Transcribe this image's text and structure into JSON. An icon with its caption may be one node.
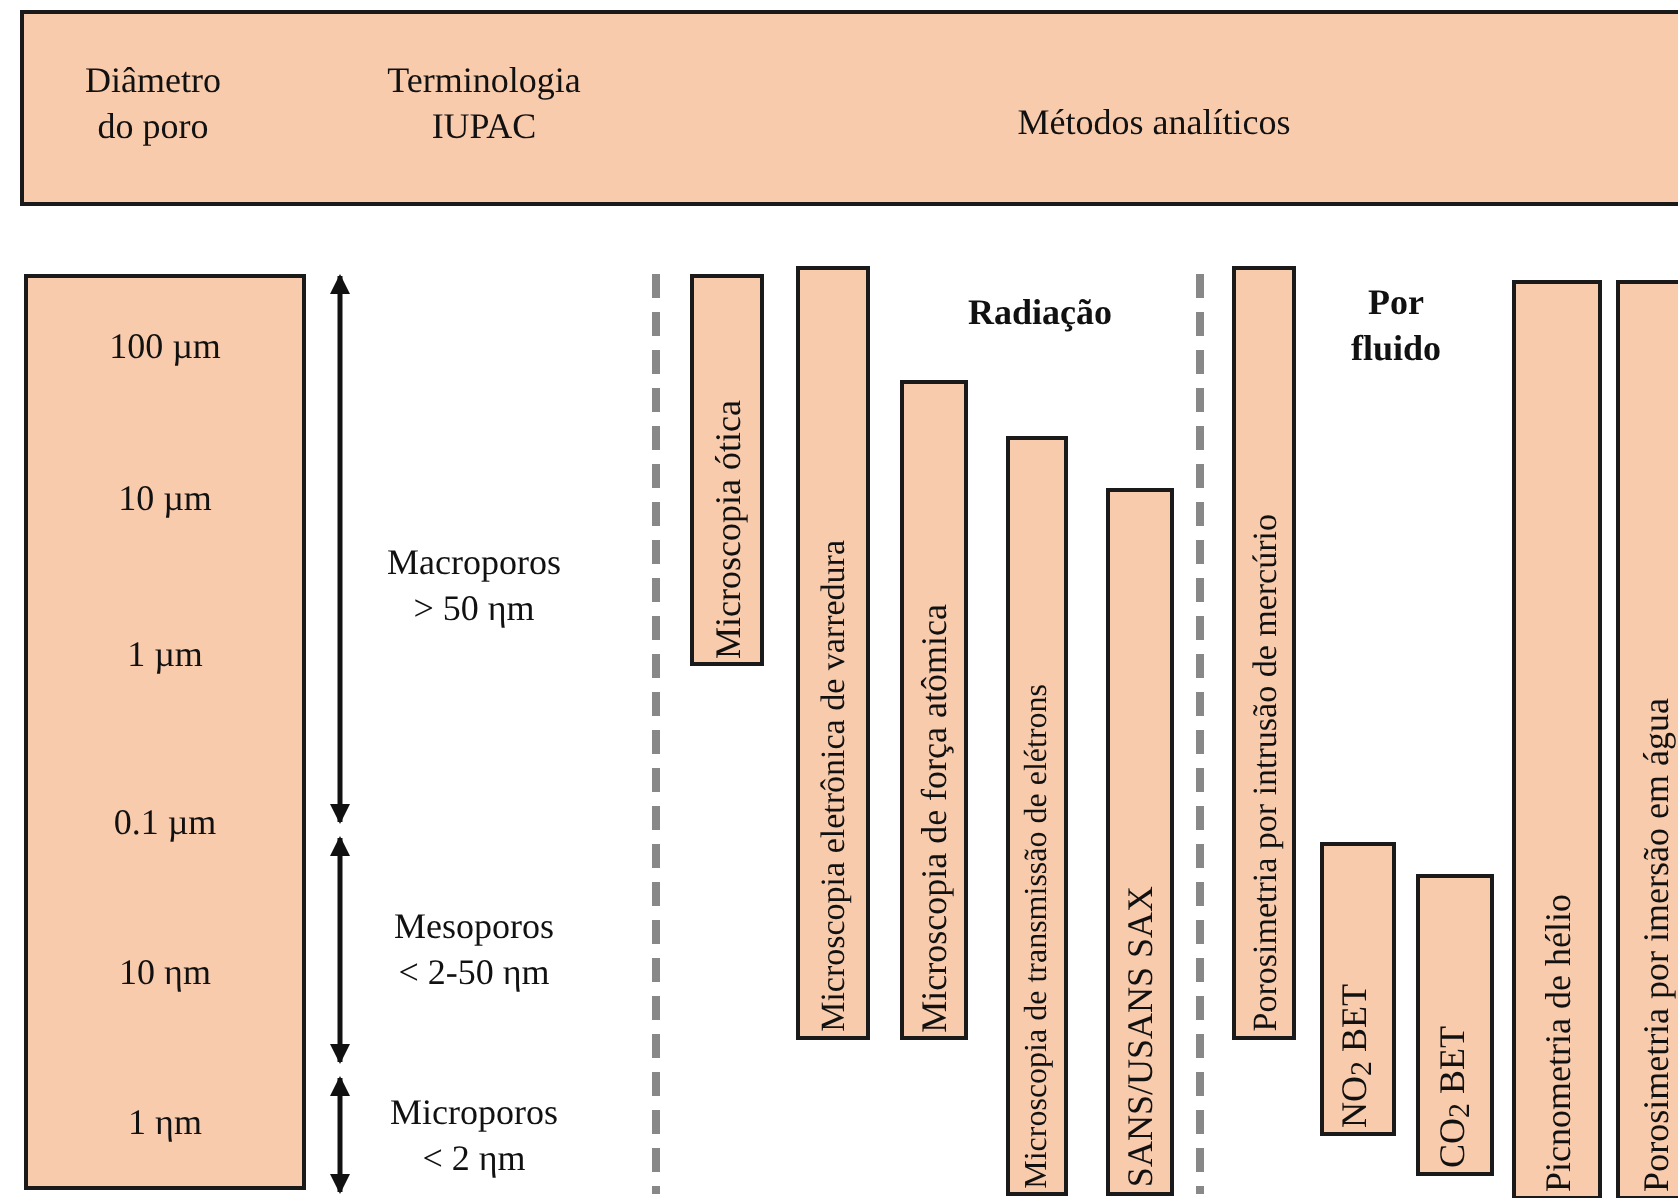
{
  "diagram": {
    "nodes": [
      {
        "text": [
          "Diâmetro do poro",
          "Terminologia IUPAC",
          "Métodos analíticos"
        ]
      },
      {
        "text": [
          "100 µm",
          "10 µm",
          "1 µm",
          "0.1 µm",
          "10 ηm",
          "1 ηm"
        ]
      },
      {
        "text": [
          "Microscopia ótica"
        ]
      },
      {
        "text": [
          "Microscopia eletrônica de varredura"
        ]
      },
      {
        "text": [
          "Microscopia de força atômica"
        ]
      },
      {
        "text": [
          "Microscopia de transmissão de elétrons"
        ]
      },
      {
        "text": [
          "SANS/USANS SAX"
        ]
      },
      {
        "text": [
          "Porosimetria por intrusão de mercúrio"
        ]
      },
      {
        "text": [
          "NO$_{2}$ BET"
        ]
      },
      {
        "text": [
          "CO$_{2}$ BET"
        ]
      },
      {
        "text": [
          "Picnometria de hélio"
        ]
      },
      {
        "text": [
          "Porosimetria por imersão em água"
        ]
      }
    ],
    "edges": [],
    "labels": [
      "Macroporos > 50 ηm",
      "Mesoporos < 2-50 ηm",
      "Microporos < 2 ηm",
      "Radiação",
      "Por fluido"
    ]
  }
}
